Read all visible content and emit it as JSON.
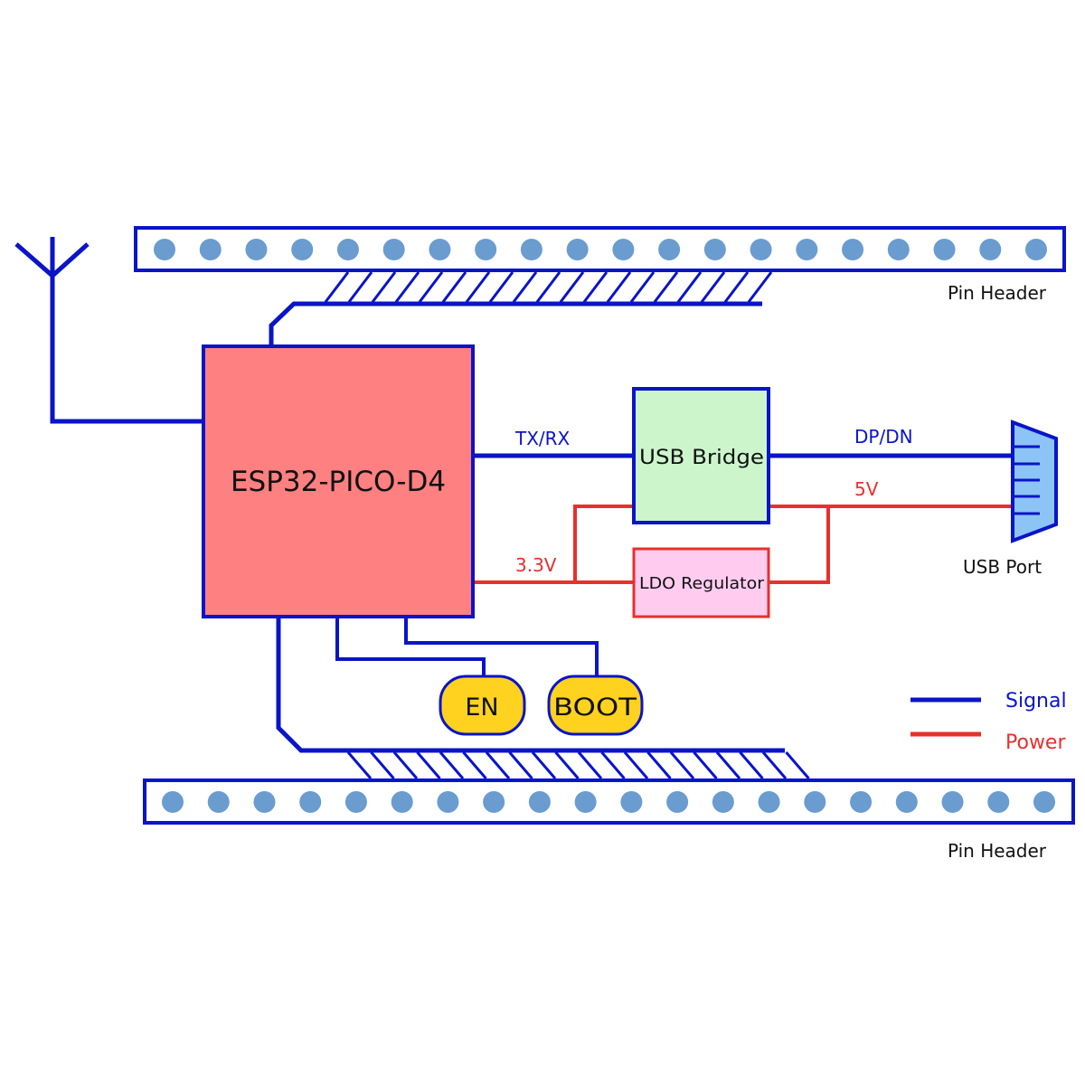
{
  "colors": {
    "signal": "#0a14c8",
    "power": "#e8302c",
    "pin": "#6a9ccf",
    "esp": "#ff8080",
    "bridge": "#ccf5cc",
    "ldo": "#ffccf0",
    "button": "#ffd21f",
    "usb_port": "#8cc4f5"
  },
  "top_header": {
    "label": "Pin Header",
    "pin_count": 20
  },
  "bottom_header": {
    "label": "Pin Header",
    "pin_count": 20
  },
  "chip": {
    "label": "ESP32-PICO-D4"
  },
  "usb_bridge": {
    "label": "USB Bridge"
  },
  "ldo": {
    "label": "LDO Regulator"
  },
  "usb_port": {
    "label": "USB Port"
  },
  "buttons": {
    "en": "EN",
    "boot": "BOOT"
  },
  "wires": {
    "txrx": "TX/RX",
    "dpdn": "DP/DN",
    "v5": "5V",
    "v33": "3.3V"
  },
  "legend": {
    "signal": "Signal",
    "power": "Power"
  }
}
